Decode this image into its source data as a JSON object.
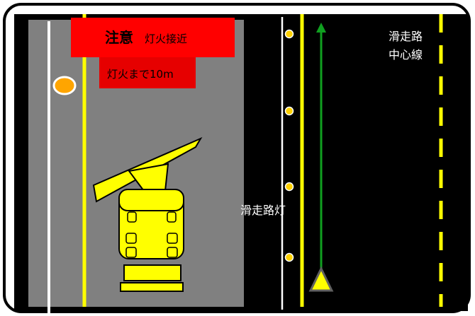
{
  "alert": {
    "main_label": "注意",
    "sub_label": "灯火接近",
    "distance_label": "灯火まで10m"
  },
  "labels": {
    "runway_edge_lights": "滑走路灯",
    "centerline_line1": "滑走路",
    "centerline_line2": "中心線"
  },
  "icons": {
    "light_marker": "orange-circle",
    "aircraft": "yellow-triangle",
    "heading_arrow": "green-up-arrow"
  },
  "colors": {
    "frame": "#000000",
    "taxiway_surface": "#808080",
    "runway_surface": "#000000",
    "alert_red": "#ff0000",
    "alert_red_dark": "#e60000",
    "yellow_line": "#ffff00",
    "light_orange": "#ffa500",
    "light_yellow": "#ffd100",
    "arrow_green": "#10a020",
    "white_line": "#ffffff",
    "vehicle_yellow": "#ffff00",
    "aircraft_outline": "#606060"
  }
}
